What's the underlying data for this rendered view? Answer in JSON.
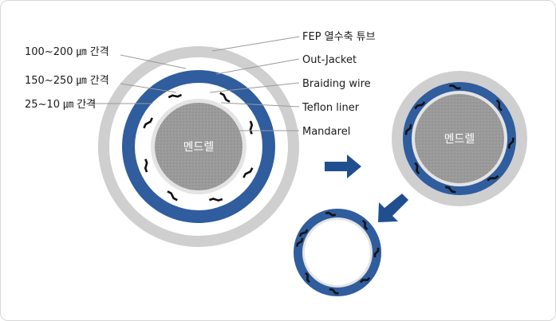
{
  "labels": {
    "fep_tube": "FEP 열수축 튜브",
    "out_jacket": "Out-Jacket",
    "braiding_wire": "Braiding wire",
    "teflon_liner": "Teflon liner",
    "mandarel": "Mandarel",
    "gap_outer": "100~200 ㎛ 간격",
    "gap_middle": "150~250 ㎛ 간격",
    "gap_inner": "25~10 ㎛ 간격"
  },
  "core_label": "멘드렐",
  "colors": {
    "fep": "#cfcfcf",
    "jacket": "#2f5d9e",
    "jacket_dark": "#244c85",
    "mandrel": "#9a9a9a",
    "liner": "#e4e4e4",
    "wire": "#111111",
    "arrow": "#1f4f8f",
    "leader": "#9a9a9a"
  },
  "icons": [
    "arrow-right-icon",
    "arrow-down-left-icon"
  ]
}
